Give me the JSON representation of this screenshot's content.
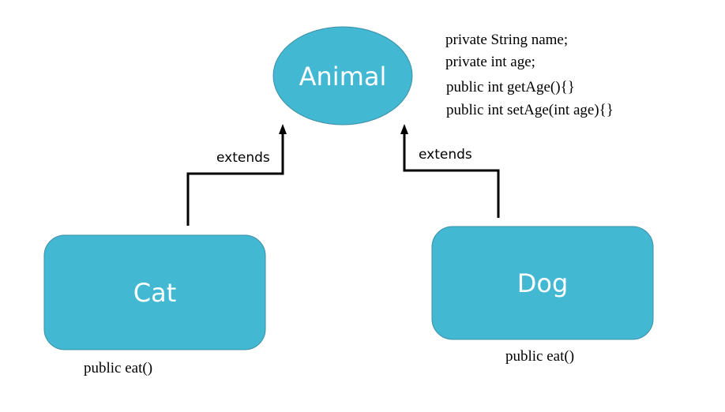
{
  "colors": {
    "node_fill": "#42B8D2",
    "node_stroke": "#3A8FA6",
    "edge": "#000000",
    "node_text": "#FFFFFF"
  },
  "nodes": {
    "animal": {
      "label": "Animal",
      "shape": "ellipse"
    },
    "cat": {
      "label": "Cat",
      "shape": "rounded-rectangle"
    },
    "dog": {
      "label": "Dog",
      "shape": "rounded-rectangle"
    }
  },
  "edges": {
    "cat_to_animal": {
      "label": "extends"
    },
    "dog_to_animal": {
      "label": "extends"
    }
  },
  "annotations": {
    "animal_members": [
      "private String name;",
      "private int age;",
      "public int getAge(){}",
      "public int setAge(int age){}"
    ],
    "cat_method": "public eat()",
    "dog_method": "public eat()"
  }
}
